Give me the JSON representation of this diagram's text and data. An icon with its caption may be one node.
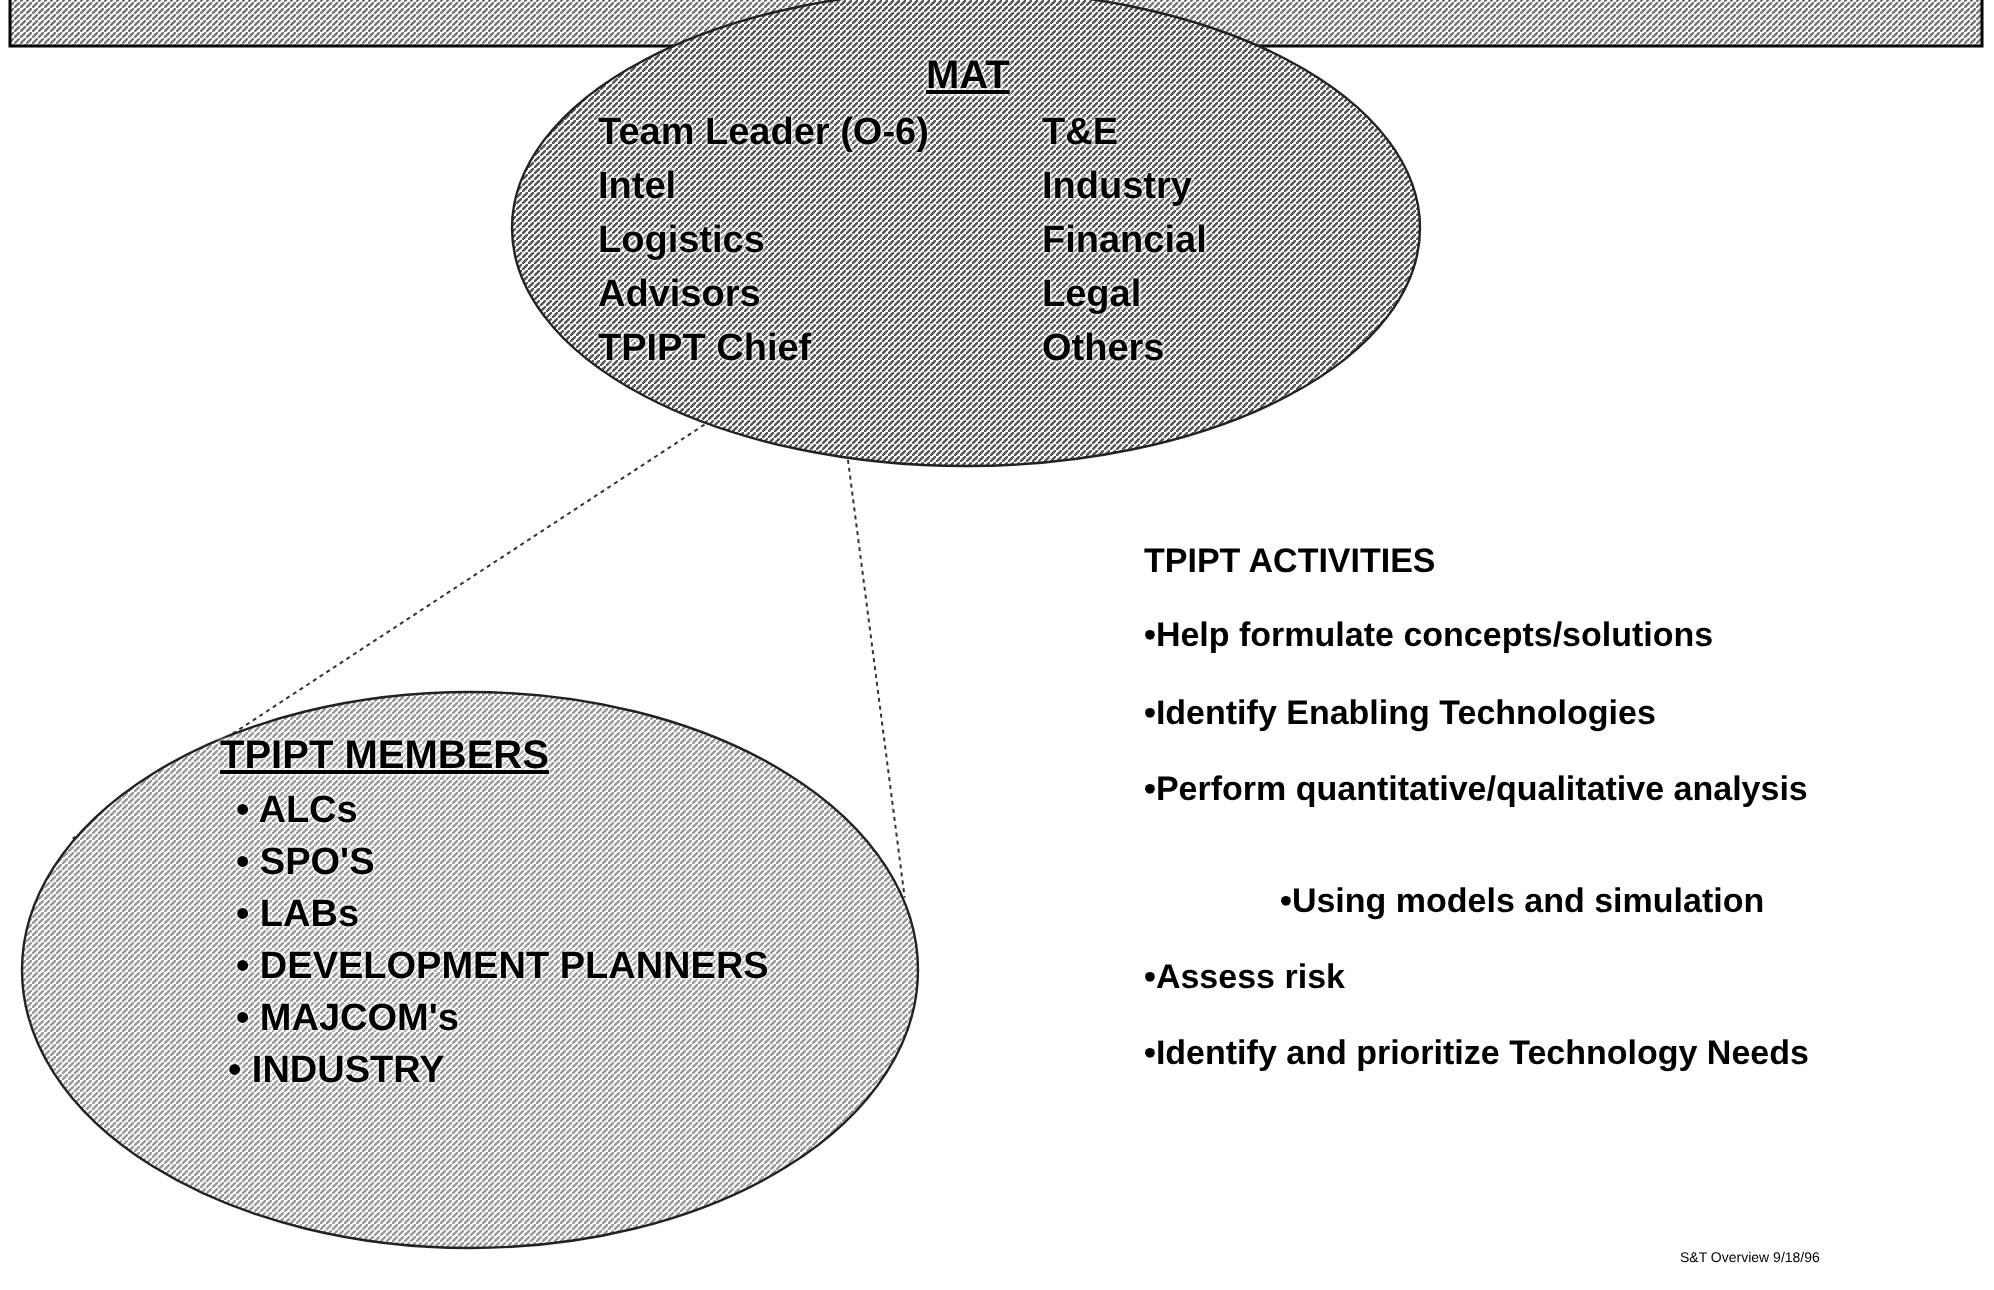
{
  "diagram": {
    "nodes": [
      {
        "text": [],
        "shape": "bar"
      },
      {
        "text": [
          "MAT",
          "Team Leader (O-6)",
          "Intel",
          "Logistics",
          "Advisors",
          "TPIPT Chief",
          "T&E",
          "Industry",
          "Financial",
          "Legal",
          "Others"
        ]
      },
      {
        "text": [
          "TPIPT MEMBERS",
          "• ALCs",
          "• SPO'S",
          "• LABs",
          "• DEVELOPMENT PLANNERS",
          "• MAJCOM's",
          "• INDUSTRY"
        ]
      }
    ],
    "edges": [
      {
        "from": 1,
        "to": 2,
        "arrow": "none",
        "style": "dashed"
      },
      {
        "from": 1,
        "to": 2,
        "arrow": "none",
        "style": "dashed"
      }
    ],
    "labels": [
      "TPIPT ACTIVITIES",
      "•Help formulate concepts/solutions",
      "•Identify Enabling Technologies",
      "•Perform quantitative/qualitative analysis",
      "•Using models and simulation",
      "•Assess risk",
      "•Identify and prioritize Technology Needs",
      "S&T Overview 9/18/96"
    ]
  }
}
